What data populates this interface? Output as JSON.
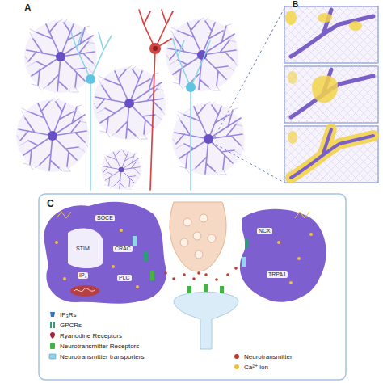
{
  "diagram": {
    "labels": [
      "A",
      "B",
      "C",
      "SOCE",
      "STIM",
      "CRAC",
      "IP₃",
      "PLC",
      "NCX",
      "TRPA1"
    ],
    "legend": [
      {
        "text": "IP₃Rs"
      },
      {
        "text": "GPCRs"
      },
      {
        "text": "Ryanodine Receptors"
      },
      {
        "text": "Neurotransmitter Receptors"
      },
      {
        "text": "Neurotransmitter transporters"
      },
      {
        "text": "Neurotransmitter",
        "color": "#c0392b"
      },
      {
        "text": "Ca²⁺ ion",
        "color": "#f2c12e"
      }
    ]
  }
}
